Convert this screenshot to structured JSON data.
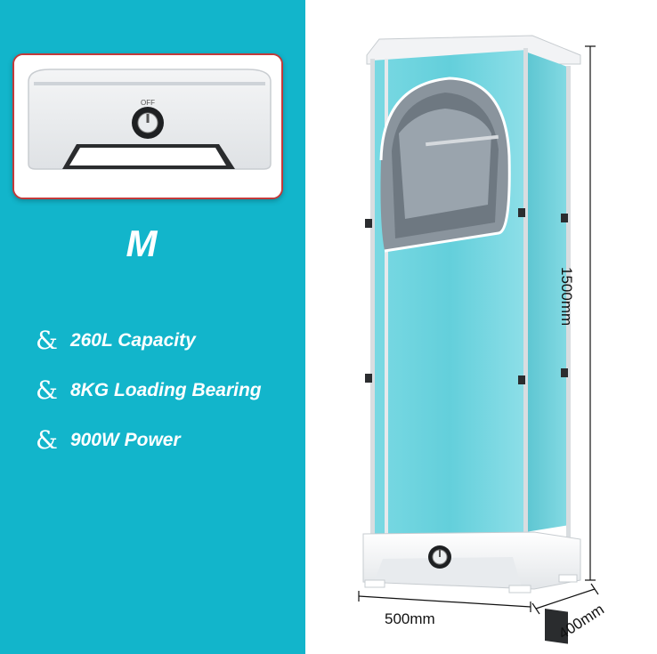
{
  "product": {
    "size_label": "M",
    "features": [
      {
        "bullet": "&",
        "text": "260L Capacity"
      },
      {
        "bullet": "&",
        "text": "8KG Loading Bearing"
      },
      {
        "bullet": "&",
        "text": "900W Power"
      }
    ],
    "dimensions": {
      "height": "1500mm",
      "width": "500mm",
      "depth": "400mm"
    },
    "knob_text": "OFF"
  },
  "colors": {
    "background_teal": "#12b5cb",
    "cover_teal": "#6fd3df",
    "inset_border": "#c23a3a"
  }
}
